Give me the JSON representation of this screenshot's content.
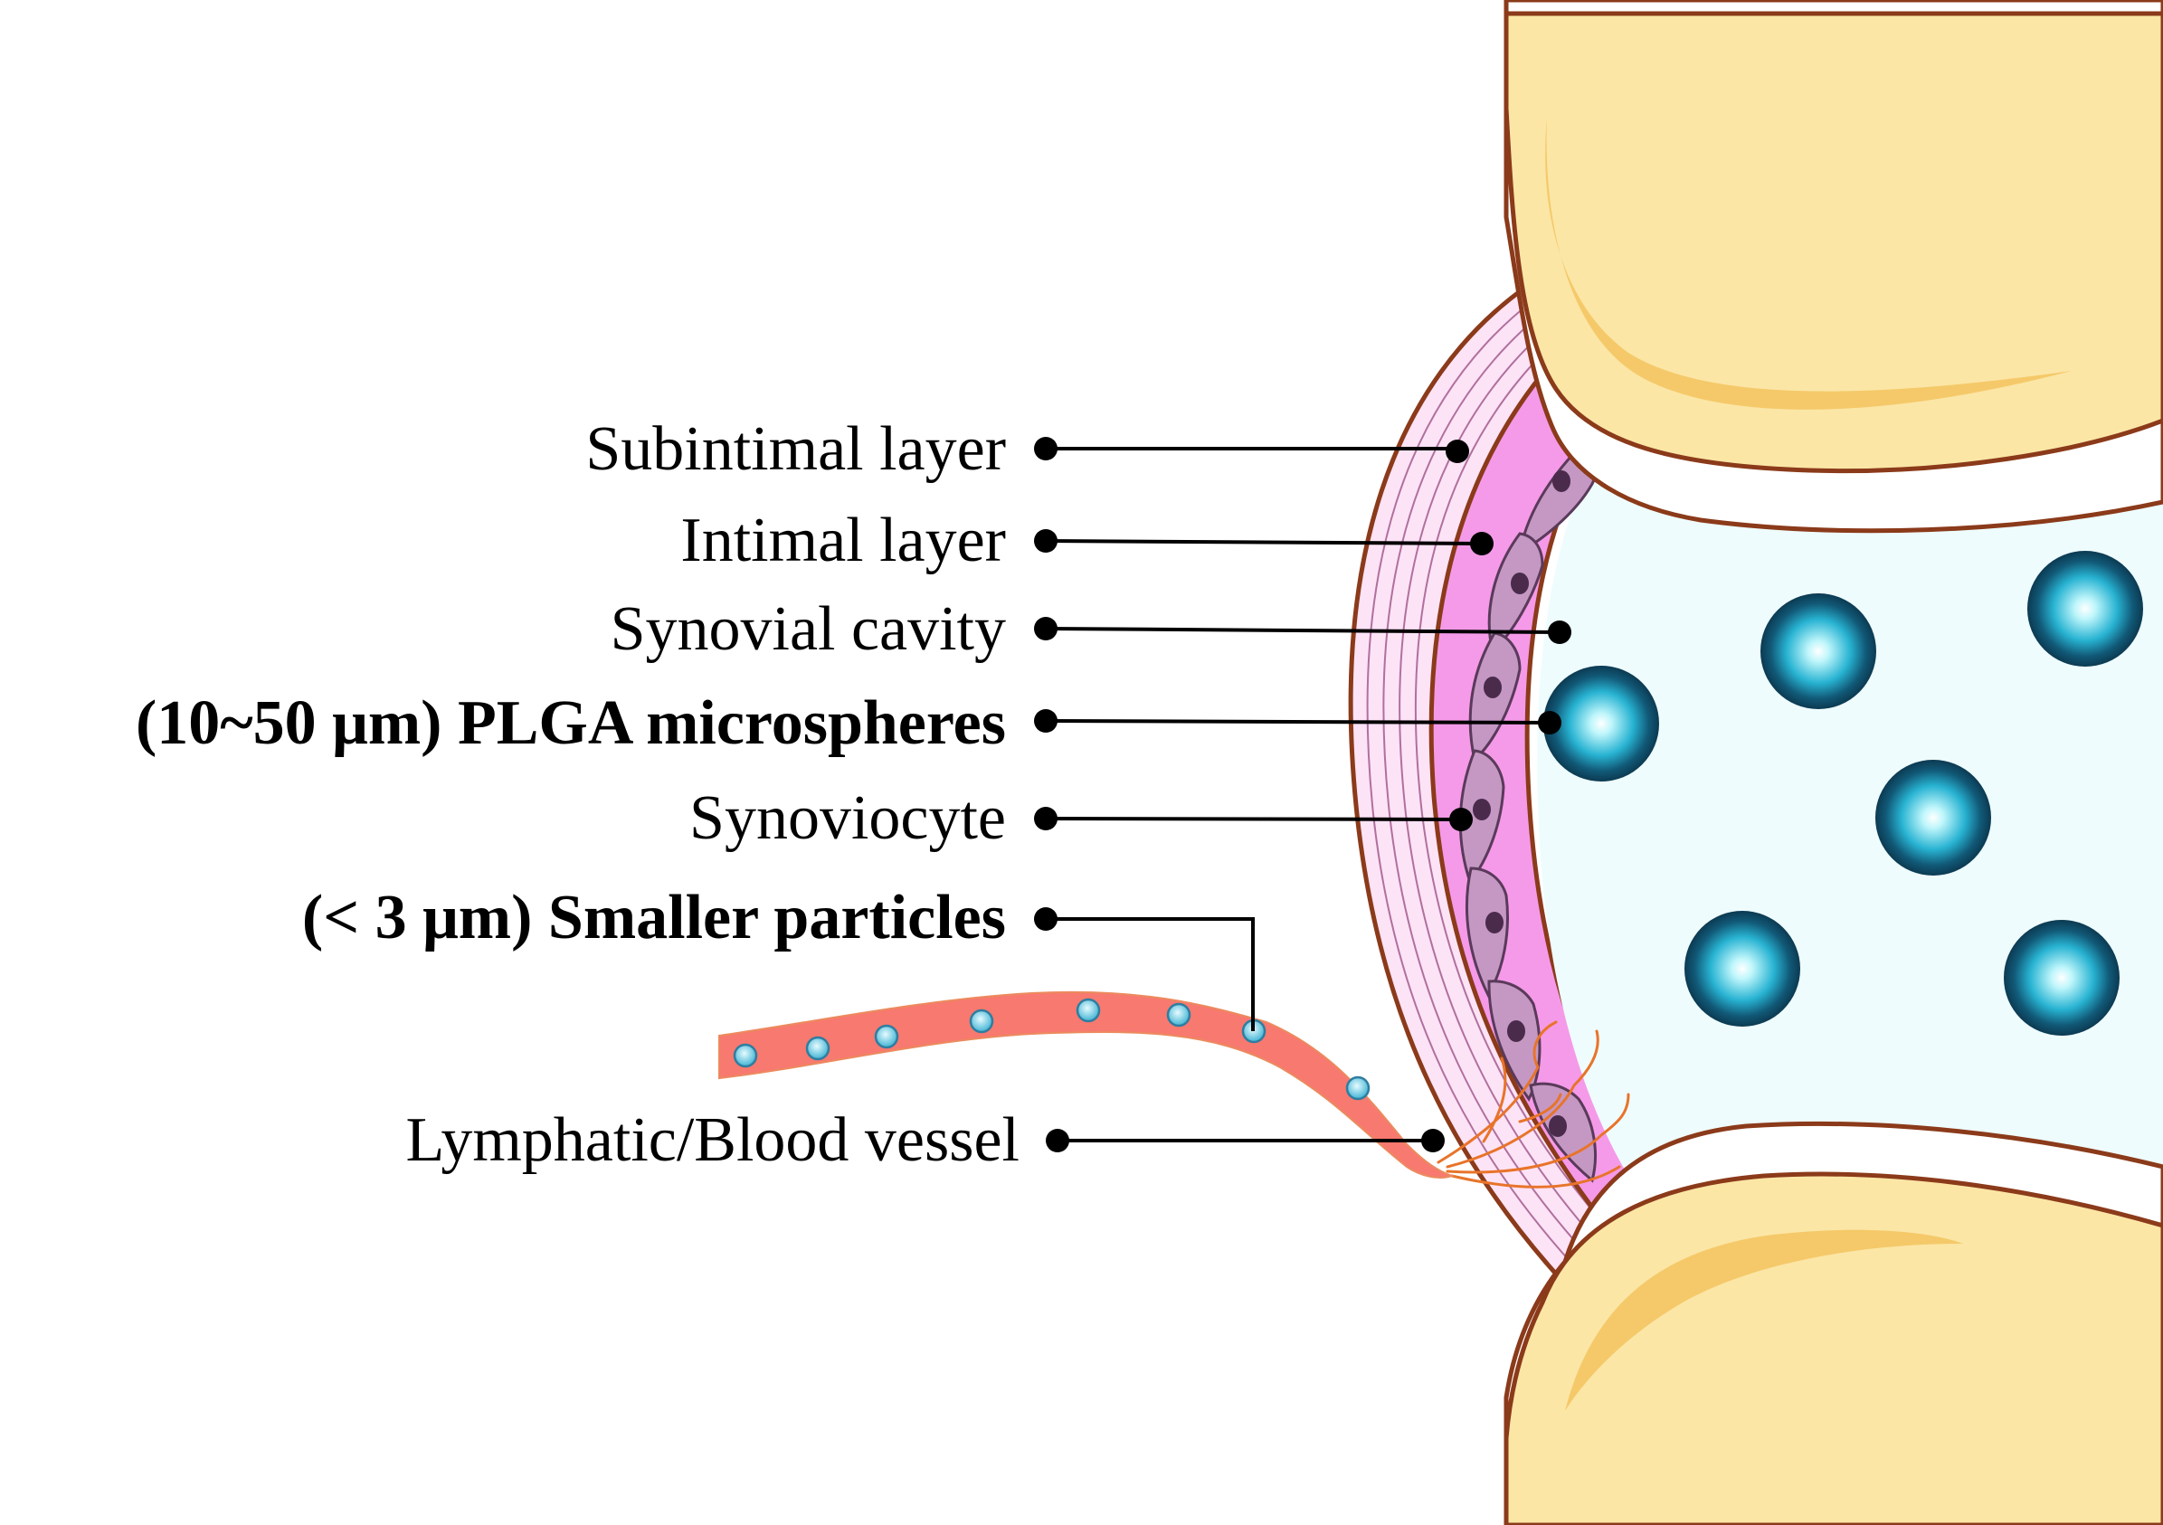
{
  "labels": {
    "subintimal": "Subintimal layer",
    "intimal": "Intimal layer",
    "cavity": "Synovial cavity",
    "microspheres": "(10~50 μm) PLGA microspheres",
    "synoviocyte": "Synoviocyte",
    "small_particles": "(< 3 μm) Smaller particles",
    "vessel": "Lymphatic/Blood vessel"
  },
  "colors": {
    "bone": "#fbe6a6",
    "bone_highlight": "#f5c969",
    "bone_outline": "#8b3a1a",
    "cartilage": "#ffffff",
    "synovial_fluid": "#eefcfd",
    "subintimal": "#fde3f6",
    "intimal": "#f59ae8",
    "synoviocyte": "#c598c4",
    "nucleus": "#4a2b4c",
    "vessel": "#f7796f",
    "capillary": "#e8742a",
    "microsphere_center": "#e8ffff",
    "microsphere_mid": "#28b3d2",
    "microsphere_edge": "#0c3a52",
    "small_particle": "#66c7e0",
    "leader": "#000000"
  },
  "icons": {
    "bone": "bone-icon",
    "microsphere": "microsphere-icon",
    "small_particle": "small-particle-icon",
    "synoviocyte": "synoviocyte-cell-icon"
  }
}
